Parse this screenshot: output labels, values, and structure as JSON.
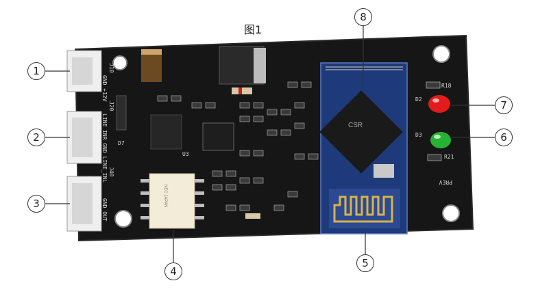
{
  "figure_title": "图1",
  "callouts": [
    "1",
    "2",
    "3",
    "4",
    "5",
    "6",
    "7",
    "8"
  ],
  "board_labels": {
    "connector_j10": "J10",
    "connector_j20": "J20",
    "connector_j40": "J40",
    "pwr_pins": "GND +12V",
    "line_pins": "LINE_INR GND LINE_INL",
    "out_pins": "GND OUT",
    "preview": "PREV",
    "led_d2": "D2",
    "led_d3": "D3",
    "r18": "R18",
    "r21": "R21",
    "relay_text": "NEC JAPAN",
    "chip_text": "CSR",
    "u3": "U3",
    "d7": "D7"
  },
  "colors": {
    "pcb": "#161616",
    "silkscreen": "#d8d8d8",
    "bt_module": "#1f3a7a",
    "connector": "#efefef",
    "relay": "#f3ecd9",
    "led_red": "#e21b1b",
    "led_green": "#28b233",
    "antenna_gold": "#d9b24a"
  }
}
